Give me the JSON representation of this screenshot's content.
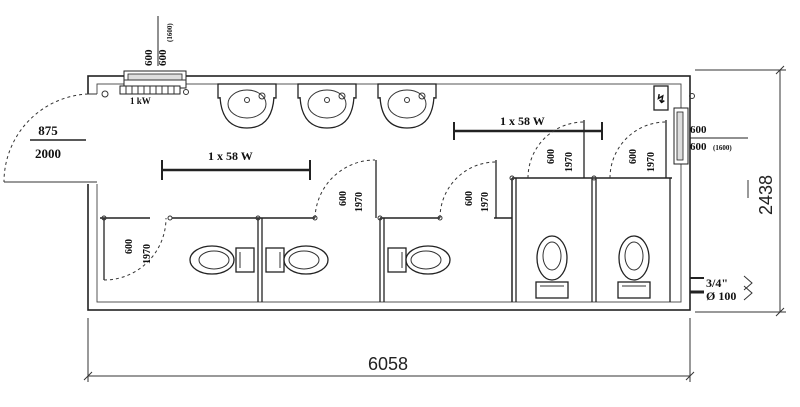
{
  "plan": {
    "overall_length": "6058",
    "overall_width": "2438",
    "entrance_door_width": "875",
    "entrance_door_height": "2000",
    "window_top_width": "600",
    "window_top_height": "600",
    "window_top_height_alt": "(1600)",
    "window_right_width": "600",
    "window_right_height": "600",
    "window_right_height_alt": "(1600)",
    "heater_label": "1 kW",
    "light_left": "1 x 58 W",
    "light_right": "1 x 58 W",
    "door_width": "600",
    "door_height": "1970",
    "water_pipe": "3/4\"",
    "drain_pipe": "Ø 100",
    "power_symbol": "↯"
  },
  "icons": {
    "sink": "sink-icon",
    "toilet": "toilet-icon",
    "heater": "heater-icon",
    "fuse_box": "fuse-box-icon",
    "door_swing": "door-swing-icon"
  }
}
